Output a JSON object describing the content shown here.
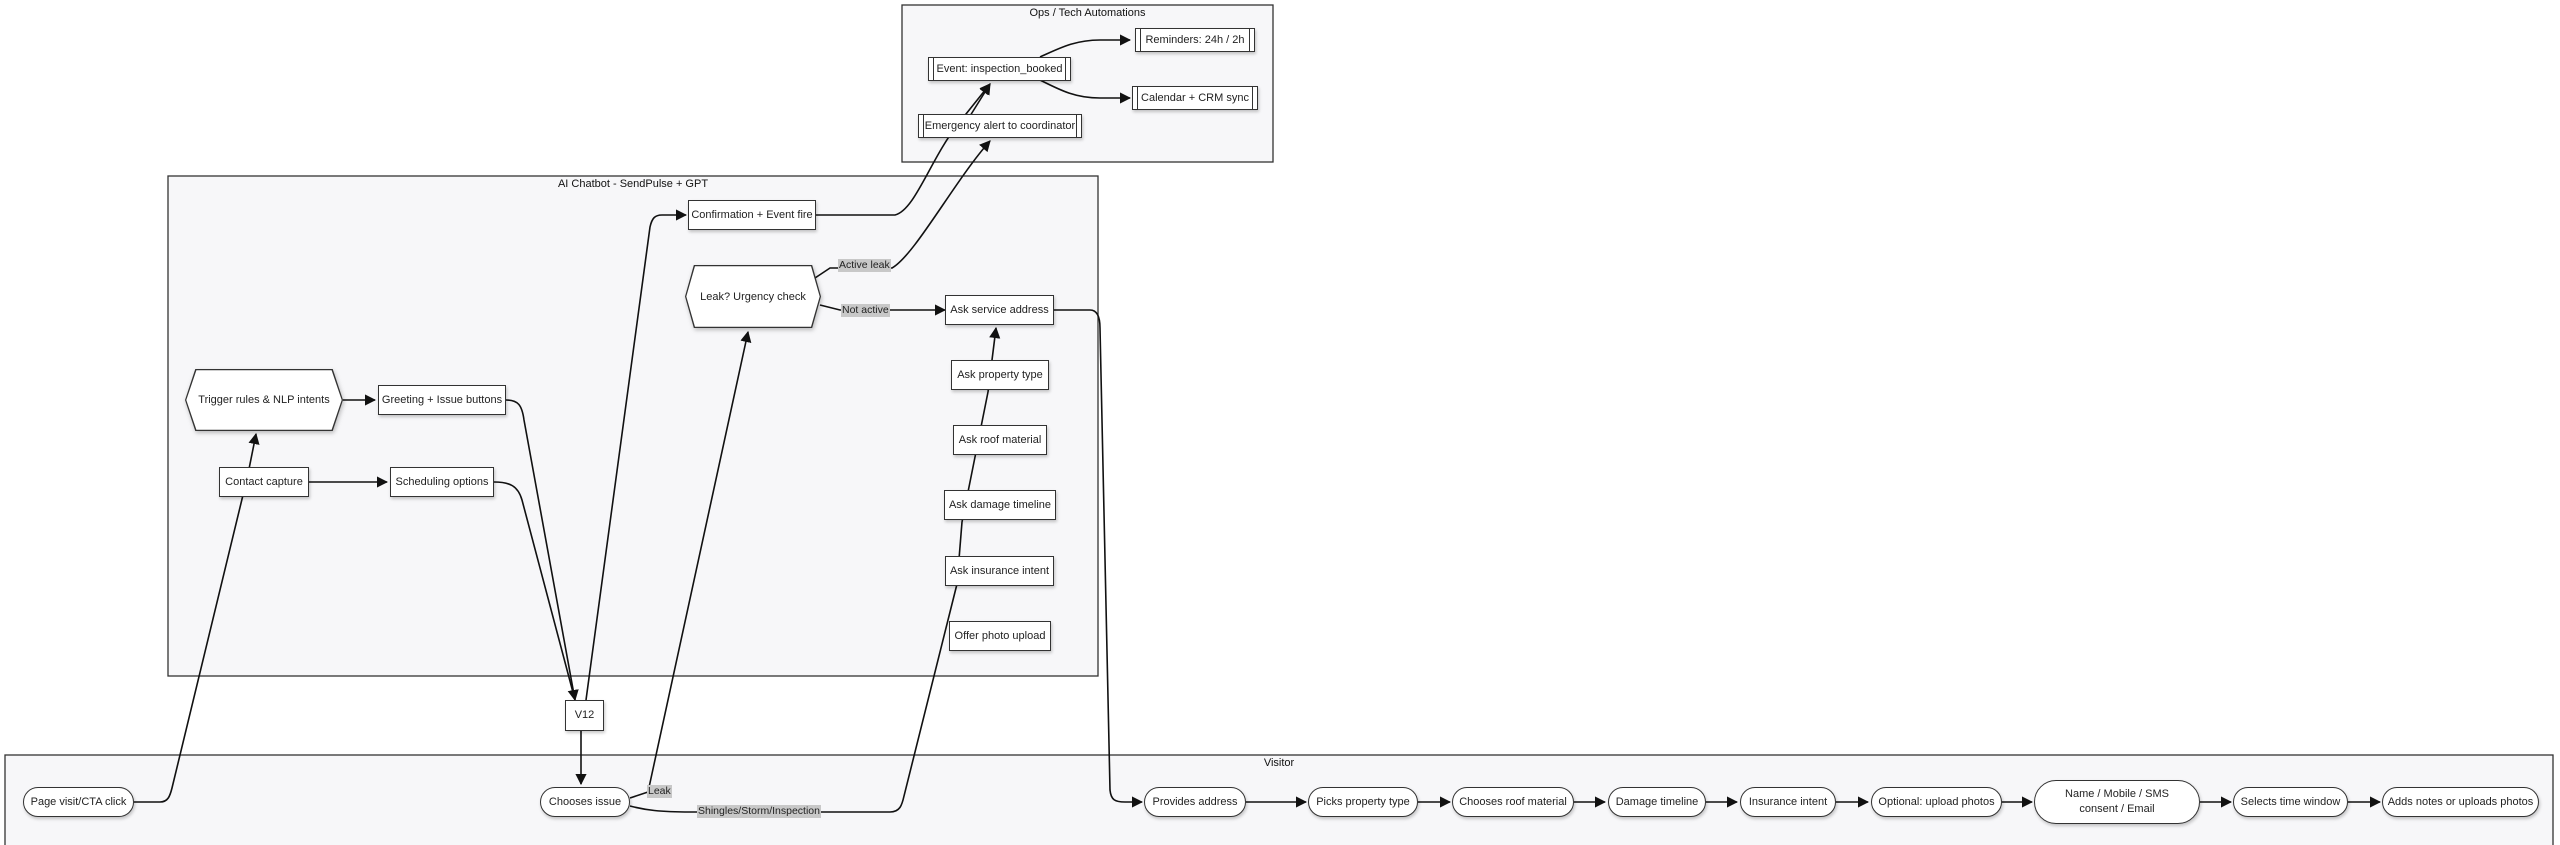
{
  "clusters": {
    "ops": "Ops / Tech Automations",
    "chatbot": "AI Chatbot - SendPulse + GPT",
    "visitor": "Visitor"
  },
  "nodes": {
    "event": "Event: inspection_booked",
    "reminders": "Reminders: 24h / 2h",
    "crm": "Calendar + CRM sync",
    "emergency": "Emergency alert to coordinator",
    "confirm": "Confirmation + Event fire",
    "leak_check": "Leak? Urgency check",
    "service_address": "Ask service address",
    "trigger": "Trigger rules & NLP intents",
    "greeting": "Greeting + Issue buttons",
    "property_type": "Ask property type",
    "roof_material": "Ask roof material",
    "contact": "Contact capture",
    "scheduling": "Scheduling options",
    "damage_timeline": "Ask damage timeline",
    "insurance": "Ask insurance intent",
    "photo_upload": "Offer photo upload",
    "v12": "V12",
    "page_visit": "Page visit/CTA click",
    "chooses_issue": "Chooses issue",
    "provides_address": "Provides address",
    "picks_property": "Picks property type",
    "chooses_roof": "Chooses roof material",
    "damage_tl": "Damage timeline",
    "insurance_intent": "Insurance intent",
    "opt_upload": "Optional: upload photos",
    "name_consent": "Name / Mobile / SMS consent / Email",
    "time_window": "Selects time window",
    "adds_notes": "Adds notes or uploads photos"
  },
  "edge_labels": {
    "active_leak": "Active leak",
    "not_active": "Not active",
    "leak": "Leak",
    "shingles": "Shingles/Storm/Inspection"
  },
  "colors": {
    "cluster_fill": "#f7f7f9",
    "cluster_border": "#333333",
    "edge": "#111111",
    "label_bg": "#c8c8c8"
  }
}
